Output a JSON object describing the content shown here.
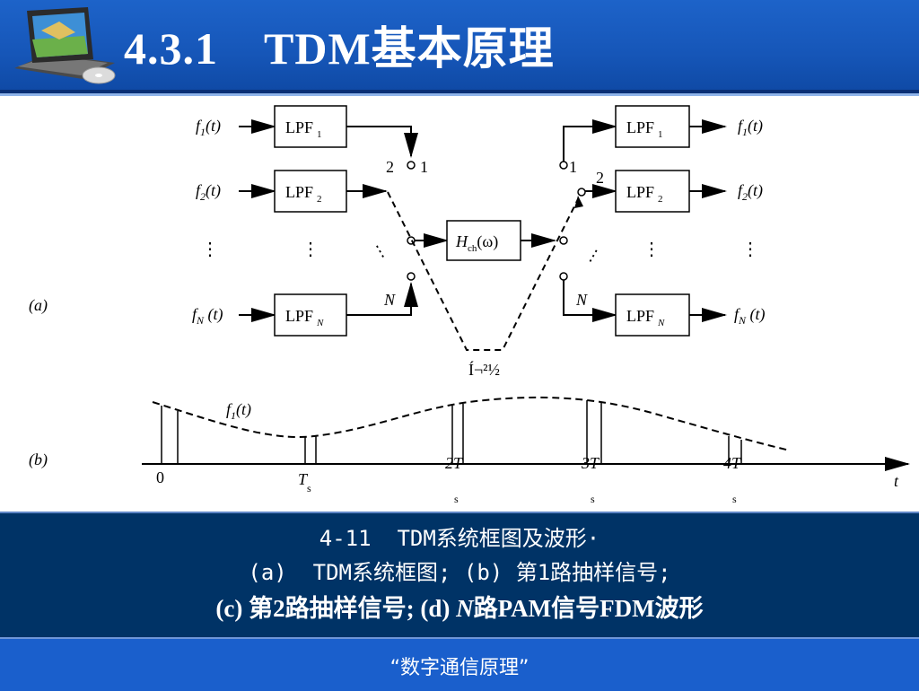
{
  "header": {
    "title": "4.3.1　TDM基本原理",
    "logo_icon": "laptop-cd-icon"
  },
  "diagram": {
    "label_a": "(a)",
    "label_b": "(b)",
    "inputs": [
      {
        "f": "f",
        "sub": "1",
        "arg": "(t)"
      },
      {
        "f": "f",
        "sub": "2",
        "arg": "(t)"
      },
      {
        "f": "f",
        "sub": "N",
        "arg": " (t)"
      }
    ],
    "lpf": [
      {
        "name": "LPF",
        "sub": "1"
      },
      {
        "name": "LPF",
        "sub": "2"
      },
      {
        "name": "LPF",
        "sub": "N"
      }
    ],
    "switch_labels": {
      "left_2": "2",
      "left_1": "1",
      "left_N": "N",
      "right_1": "1",
      "right_2": "2",
      "right_N": "N"
    },
    "channel": {
      "H": "H",
      "sub": "ch",
      "arg": "(ω)"
    },
    "sync_label": "Í¬²½",
    "dots": "⋮",
    "waveform": {
      "signal_label_f": "f",
      "signal_label_sub": "1",
      "signal_label_arg": "(t)",
      "ticks": [
        "0",
        "T",
        "2T",
        "3T",
        "4T"
      ],
      "tick_subs": [
        "",
        "s",
        "s",
        "s",
        "s"
      ],
      "axis_label": "t"
    }
  },
  "caption": {
    "line1": "4-11  TDM系统框图及波形·",
    "line2": "(a)  TDM系统框图; (b) 第1路抽样信号;",
    "line3_pre": "(c) 第2路抽样信号; (d) ",
    "line3_N": "N",
    "line3_post": "路PAM信号FDM波形"
  },
  "footer": {
    "text": "“数字通信原理”"
  }
}
